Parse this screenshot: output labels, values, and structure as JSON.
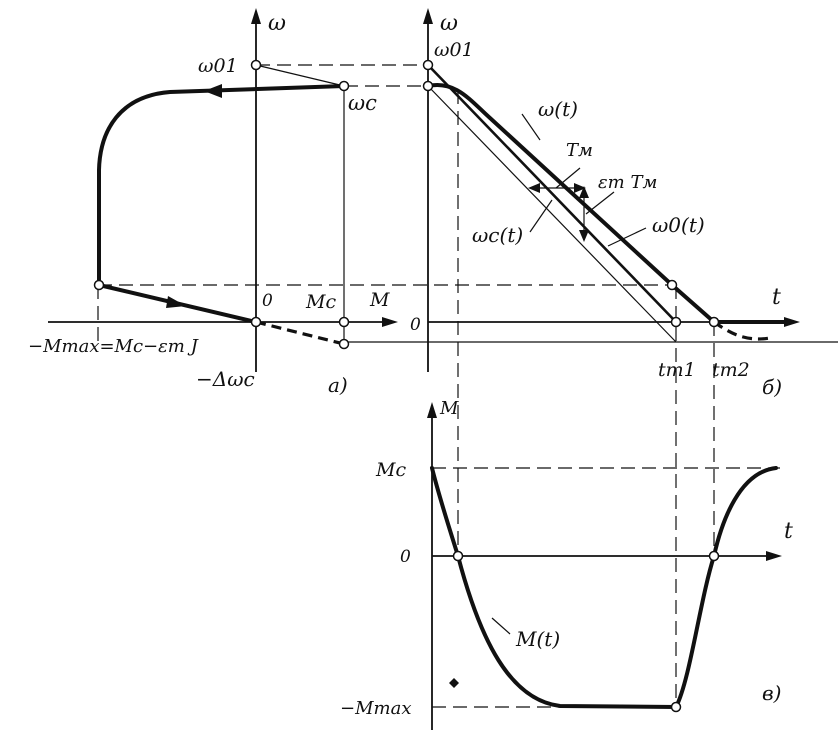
{
  "panel_a": {
    "axis_y": "ω",
    "axis_x": "M",
    "origin": "0",
    "omega01": "ω01",
    "omega_c": "ωc",
    "M_c": "Mc",
    "minus_delta_omega": "−Δωc",
    "mmax_eq": "−Mmax=Mc−εт J",
    "panel_label": "а)"
  },
  "panel_b": {
    "axis_y": "ω",
    "axis_x": "t",
    "zero": "0",
    "omega01": "ω01",
    "curve_omega_t": "ω(t)",
    "curve_omega_c_t": "ωc(t)",
    "curve_omega0_t": "ω0(t)",
    "tm": "Tм",
    "eps_tm": "εт Tм",
    "t_t1": "tт1",
    "t_t2": "tт2",
    "panel_label": "б)"
  },
  "panel_c": {
    "axis_y": "M",
    "axis_x": "t",
    "M_c": "Mc",
    "zero": "0",
    "minus_mmax": "−Mmax",
    "curve_M_t": "M(t)",
    "panel_label": "в)"
  }
}
